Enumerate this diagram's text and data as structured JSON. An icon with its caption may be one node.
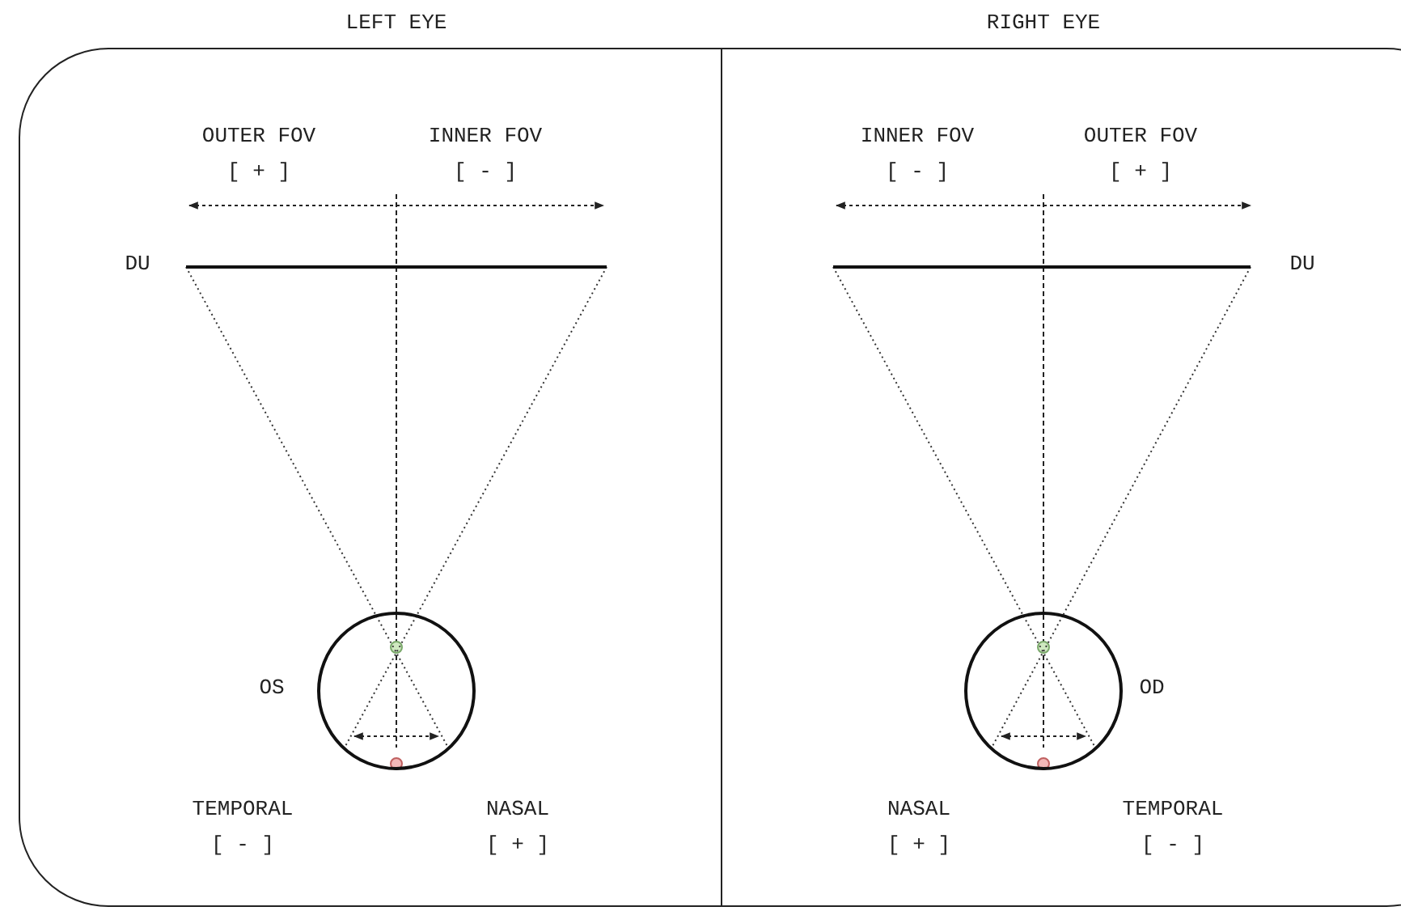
{
  "diagram": {
    "nodes": [
      {
        "text": [
          "LEFT EYE"
        ]
      },
      {
        "text": [
          "RIGHT EYE"
        ]
      },
      {
        "text": [],
        "shape": "bar",
        "in": 0,
        "beside": [
          "DU"
        ]
      },
      {
        "text": [],
        "shape": "bar",
        "in": 1,
        "beside": [
          "DU"
        ]
      },
      {
        "text": [],
        "shape": "circle",
        "in": 0,
        "beside": [
          "OS"
        ]
      },
      {
        "text": [],
        "shape": "circle",
        "in": 1,
        "beside": [
          "OD"
        ]
      }
    ],
    "edges": [
      {
        "from": 2,
        "to": 4,
        "arrow": "none",
        "style": "dashed"
      },
      {
        "from": 2,
        "to": 4,
        "arrow": "none",
        "style": "dashed"
      },
      {
        "from": 3,
        "to": 5,
        "arrow": "none",
        "style": "dashed"
      },
      {
        "from": 3,
        "to": 5,
        "arrow": "none",
        "style": "dashed"
      }
    ],
    "labels": [
      "OUTER FOV",
      "INNER FOV",
      "INNER FOV",
      "OUTER FOV",
      "[ + ]",
      "[ - ]",
      "[ - ]",
      "[ + ]",
      "TEMPORAL",
      "NASAL",
      "NASAL",
      "TEMPORAL",
      "[ - ]",
      "[ + ]",
      "[ + ]",
      "[ - ]"
    ]
  }
}
